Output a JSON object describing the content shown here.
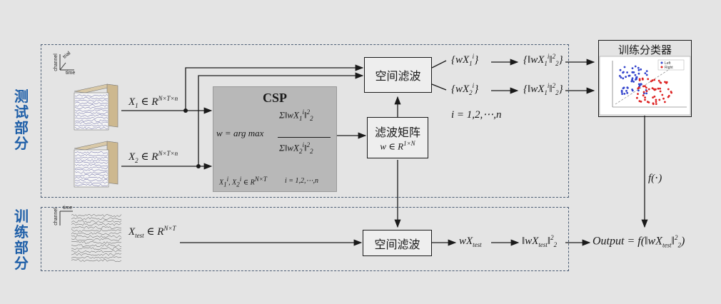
{
  "labels": {
    "top_panel": "测试部分",
    "bottom_panel": "训练部分",
    "spatial_filter_top": "空间滤波",
    "spatial_filter_bottom": "空间滤波",
    "filter_matrix": "滤波矩阵",
    "classifier": "训练分类器",
    "csp_title": "CSP"
  },
  "math": {
    "x1": "X₁ ∈ R^{N×T×n}",
    "x2": "X₂ ∈ R^{N×T×n}",
    "xtest": "X_test ∈ R^{N×T}",
    "w_domain": "w ∈ R^{1×N}",
    "csp_formula": "w = arg max Σ‖wX₁ⁱ‖² / Σ‖wX₂ⁱ‖²",
    "csp_domain": "X₁ⁱ, X₂ⁱ ∈ R^{N×T}",
    "csp_index": "i = 1,2,⋯,n",
    "wx1": "{wX₁ⁱ}",
    "wx2": "{wX₂ⁱ}",
    "norm1": "{‖wX₁ⁱ‖²₂}",
    "norm2": "{‖wX₁ⁱ‖²₂}",
    "index": "i = 1,2,⋯,n",
    "f": "f(⋅)",
    "wxtest": "wX_test",
    "norm_test": "‖wX_test‖²₂",
    "output": "Output = f(‖wX_test‖²₂)"
  },
  "axes": {
    "trial": "trial",
    "time": "time",
    "channel": "channel"
  },
  "scatter_legend": [
    "Left",
    "Right"
  ],
  "colors": {
    "panel_border": "#4b5d74",
    "side_label": "#1f5fa8",
    "csp_bg": "#b8b8b8",
    "scatter_left": "#3344cc",
    "scatter_right": "#dd2222"
  }
}
